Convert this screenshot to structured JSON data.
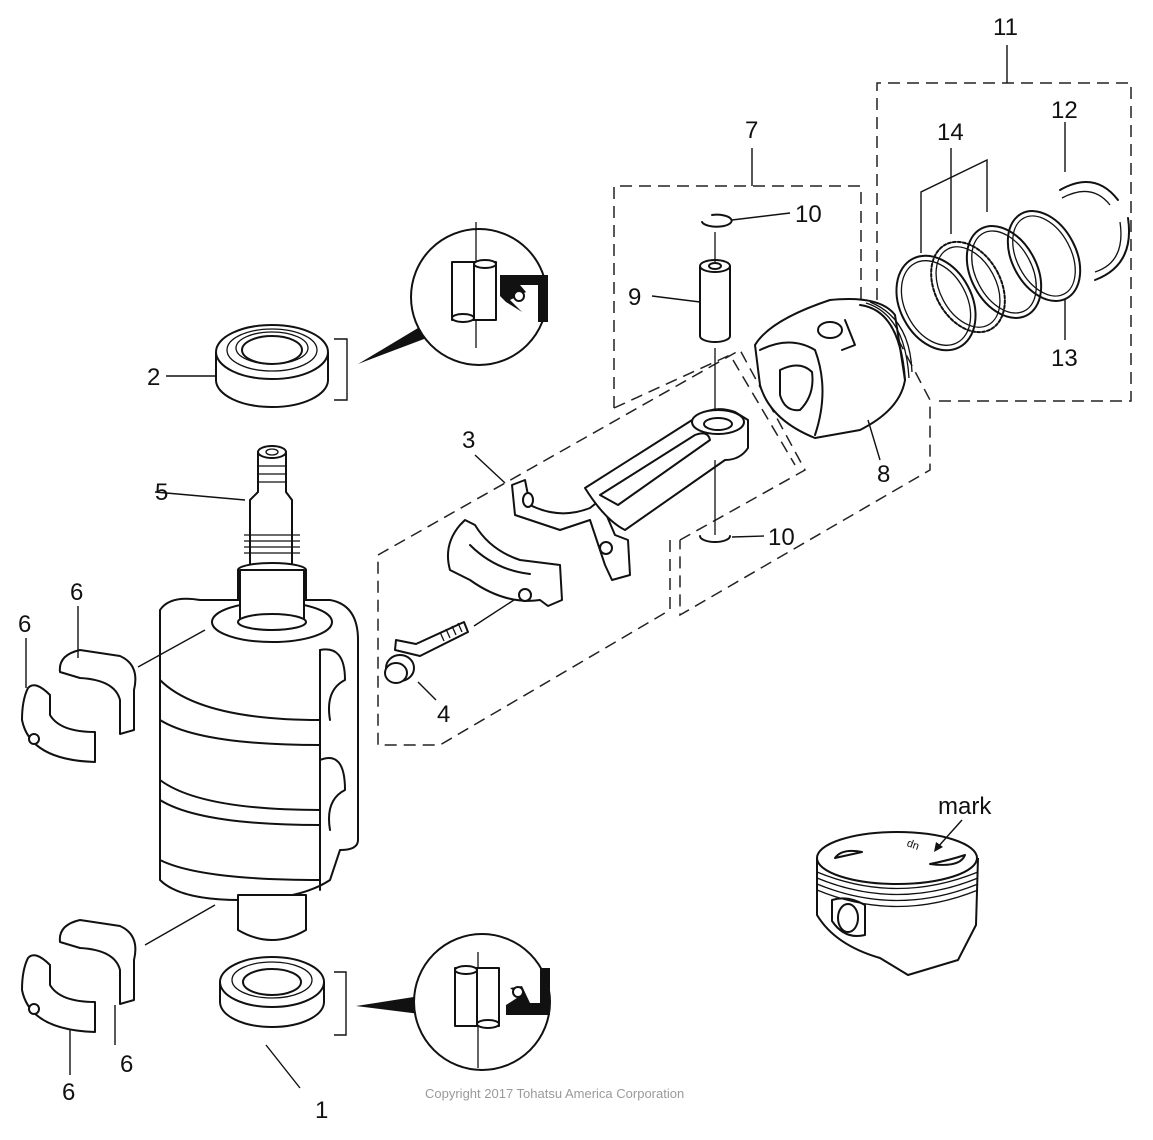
{
  "diagram": {
    "title": "Crankshaft / Piston exploded parts view",
    "callouts": {
      "c1": "1",
      "c2": "2",
      "c3": "3",
      "c4": "4",
      "c5": "5",
      "c6a": "6",
      "c6b": "6",
      "c6c": "6",
      "c6d": "6",
      "c7": "7",
      "c8": "8",
      "c9": "9",
      "c10a": "10",
      "c10b": "10",
      "c11": "11",
      "c12": "12",
      "c13": "13",
      "c14": "14"
    },
    "inset": {
      "mark_label": "mark",
      "piston_top_text": "up"
    },
    "copyright": "Copyright 2017 Tohatsu America Corporation"
  },
  "colors": {
    "line": "#111111",
    "background": "#ffffff",
    "copyright": "#9a9a9a"
  }
}
